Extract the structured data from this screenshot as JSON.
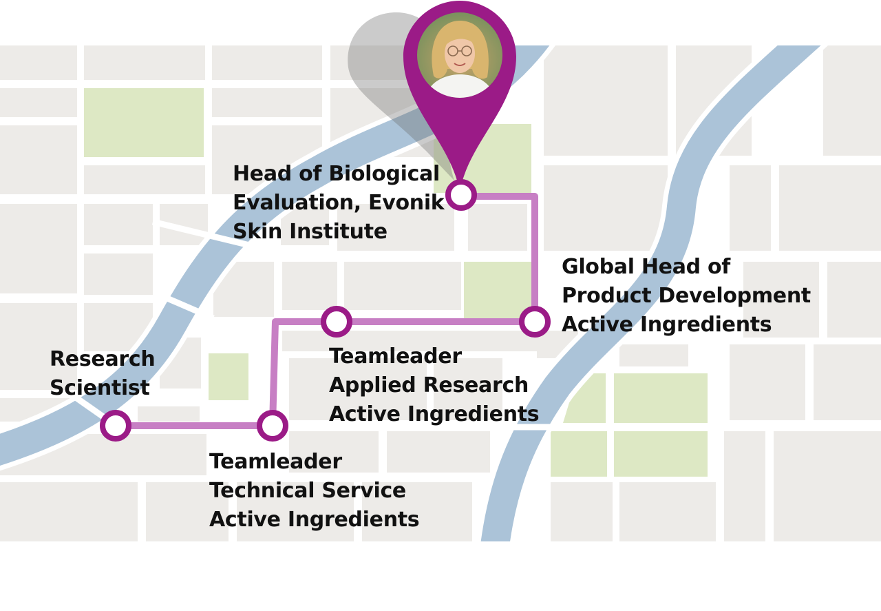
{
  "career_path": {
    "stops": [
      {
        "id": "research-scientist",
        "lines": [
          "Research",
          "Scientist"
        ]
      },
      {
        "id": "teamleader-technical-service",
        "lines": [
          "Teamleader",
          "Technical Service",
          "Active Ingredients"
        ]
      },
      {
        "id": "teamleader-applied-research",
        "lines": [
          "Teamleader",
          "Applied Research",
          "Active Ingredients"
        ]
      },
      {
        "id": "global-head-product-development",
        "lines": [
          "Global Head of",
          "Product Development",
          "Active Ingredients"
        ]
      },
      {
        "id": "head-biological-evaluation",
        "lines": [
          "Head of Biological",
          "Evaluation, Evonik",
          "Skin Institute"
        ]
      }
    ],
    "current_stop": "head-biological-evaluation"
  },
  "colors": {
    "path_line": "#c77fc4",
    "pin": "#9b1b87",
    "river": "#abc3d8",
    "park": "#dde8c4",
    "block": "#edebe8",
    "street": "#ffffff",
    "text": "#111111"
  }
}
